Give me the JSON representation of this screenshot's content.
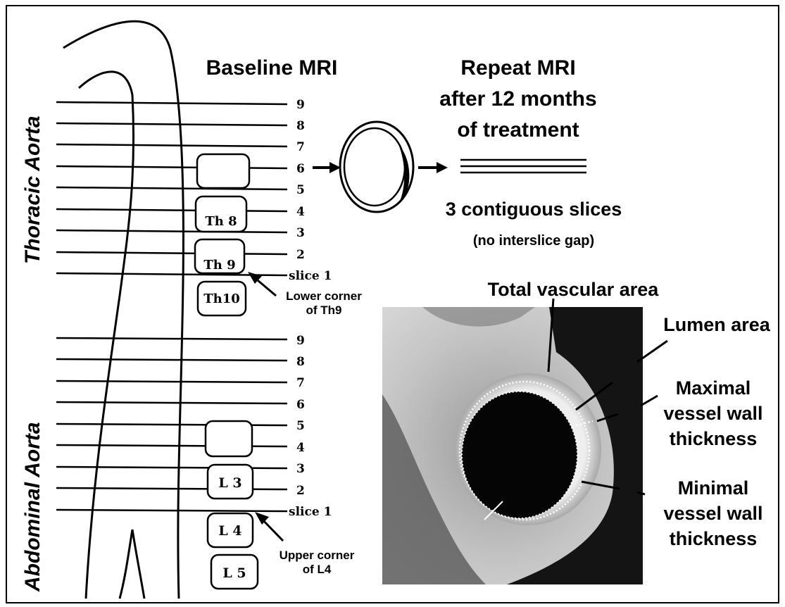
{
  "figure": {
    "thoracic_label": "Thoracic Aorta",
    "abdominal_label": "Abdominal Aorta",
    "baseline_title": "Baseline MRI",
    "repeat_title": [
      "Repeat MRI",
      "after 12 months",
      "of treatment"
    ],
    "contiguous_main": "3 contiguous slices",
    "contiguous_sub": "(no interslice gap)",
    "thoracic_slices": [
      "9",
      "8",
      "7",
      "6",
      "5",
      "4",
      "3",
      "2",
      "slice 1"
    ],
    "abdominal_slices": [
      "9",
      "8",
      "7",
      "6",
      "5",
      "4",
      "3",
      "2",
      "slice 1"
    ],
    "thoracic_vertebrae": [
      "Th 8",
      "Th 9",
      "Th10"
    ],
    "abdominal_vertebrae": [
      "L 3",
      "L 4",
      "L 5"
    ],
    "thoracic_landmark": [
      "Lower corner",
      "of Th9"
    ],
    "abdominal_landmark": [
      "Upper corner",
      "of L4"
    ],
    "mri_labels": {
      "total_vascular_area": "Total vascular area",
      "lumen_area": "Lumen area",
      "maximal_wall": [
        "Maximal",
        "vessel wall",
        "thickness"
      ],
      "minimal_wall": [
        "Minimal",
        "vessel wall",
        "thickness"
      ]
    }
  }
}
